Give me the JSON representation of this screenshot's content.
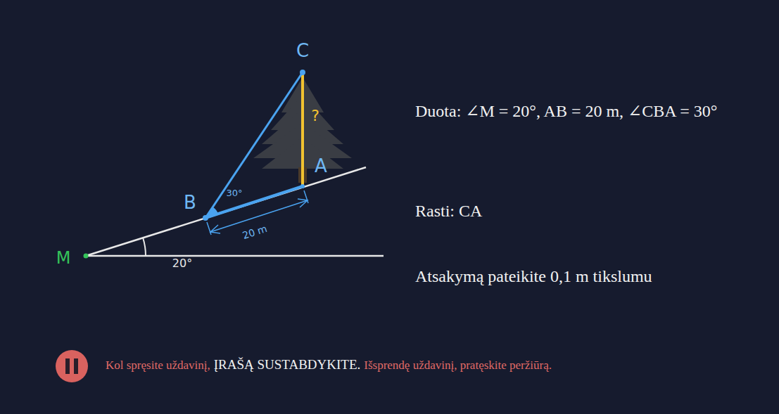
{
  "diagram": {
    "labels": [
      "C",
      "?",
      "A",
      "B",
      "30°",
      "20 m",
      "M",
      "20°",
      "Duota: ∠M = 20°, AB = 20 m, ∠CBA = 30°",
      "Rasti: CA",
      "Atsakymą pateikite 0,1 m tikslumu",
      "Kol spręsite uždavinį,",
      "ĮRAŠĄ SUSTABDYKITE.",
      "Išsprendę uždavinį, pratęskite peržiūrą."
    ]
  }
}
